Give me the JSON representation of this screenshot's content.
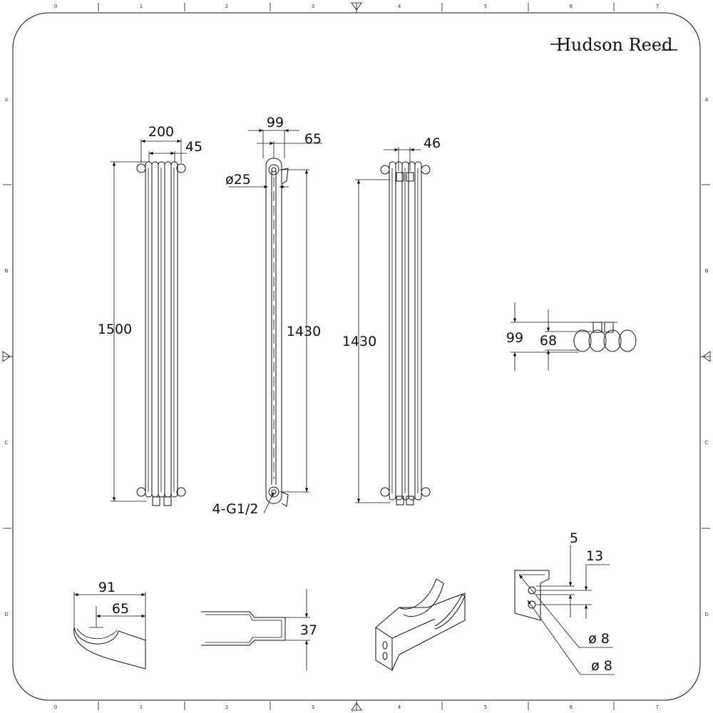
{
  "brand": "Hudson Reed",
  "frame_ticks": {
    "columns": [
      "0",
      "1",
      "2",
      "3",
      "4",
      "5",
      "6",
      "7"
    ],
    "rows": [
      "A",
      "B",
      "C",
      "D"
    ]
  },
  "front_view": {
    "width": "200",
    "pitch": "45",
    "height": "1500"
  },
  "side_view": {
    "depth": "99",
    "offset": "65",
    "pipe_diameter": "ø25",
    "centres": "1430",
    "inlets": "4-G1/2"
  },
  "rear_view": {
    "pitch": "46",
    "centres": "1430"
  },
  "top_view": {
    "depth": "99",
    "column_depth": "68"
  },
  "bracket_views": {
    "bracket_outer": "91",
    "bracket_inner": "65",
    "bracket_width": "37",
    "hole_offset": "5",
    "hole_spacing": "13",
    "hole_diameter_1": "ø 8",
    "hole_diameter_2": "ø 8"
  }
}
